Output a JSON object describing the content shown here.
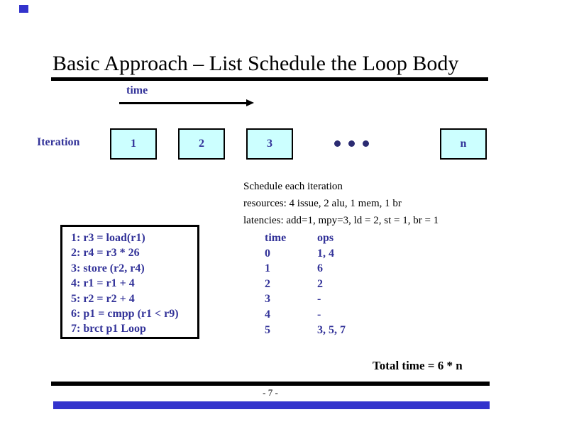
{
  "colors": {
    "accent_navy_text": "#333399",
    "iteration_box_fill": "#CCFFFF",
    "template_decoration_blue": "#3333CC",
    "line_black": "#000000"
  },
  "title": "Basic Approach – List Schedule the Loop Body",
  "timeline": {
    "label": "time"
  },
  "iteration": {
    "label": "Iteration",
    "boxes": [
      "1",
      "2",
      "3",
      "n"
    ]
  },
  "schedule_note": {
    "line1": "Schedule each iteration",
    "line2": "resources: 4 issue, 2 alu, 1 mem, 1 br",
    "line3": "latencies: add=1, mpy=3, ld = 2, st = 1, br = 1"
  },
  "code_box": {
    "lines": [
      "1: r3 = load(r1)",
      "2: r4 = r3 * 26",
      "3: store (r2, r4)",
      "4: r1 = r1 + 4",
      "5: r2 = r2 + 4",
      "6: p1 = cmpp (r1 < r9)",
      "7: brct p1 Loop"
    ]
  },
  "schedule_table": {
    "headers": {
      "time": "time",
      "ops": "ops"
    },
    "rows": [
      {
        "time": "0",
        "ops": "1, 4"
      },
      {
        "time": "1",
        "ops": "6"
      },
      {
        "time": "2",
        "ops": "2"
      },
      {
        "time": "3",
        "ops": "-"
      },
      {
        "time": "4",
        "ops": "-"
      },
      {
        "time": "5",
        "ops": "3, 5, 7"
      }
    ]
  },
  "total_time": "Total time = 6 * n",
  "page_number": "- 7 -"
}
